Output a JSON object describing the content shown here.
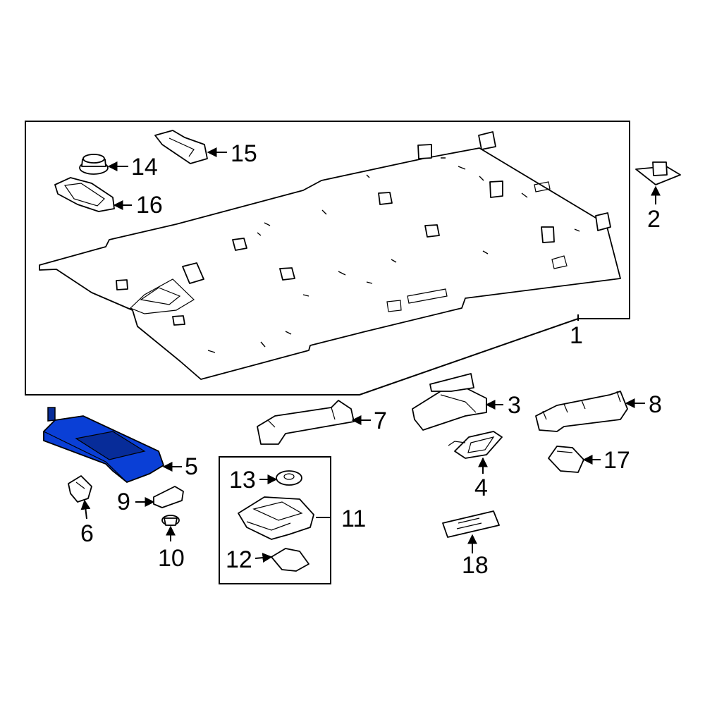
{
  "colors": {
    "highlight": "#0a3fd6",
    "highlight_dark": "#072c99",
    "line": "#000000",
    "background": "#ffffff"
  },
  "callouts": [
    {
      "id": "1",
      "label": "1"
    },
    {
      "id": "2",
      "label": "2"
    },
    {
      "id": "3",
      "label": "3"
    },
    {
      "id": "4",
      "label": "4"
    },
    {
      "id": "5",
      "label": "5"
    },
    {
      "id": "6",
      "label": "6"
    },
    {
      "id": "7",
      "label": "7"
    },
    {
      "id": "8",
      "label": "8"
    },
    {
      "id": "9",
      "label": "9"
    },
    {
      "id": "10",
      "label": "10"
    },
    {
      "id": "11",
      "label": "11"
    },
    {
      "id": "12",
      "label": "12"
    },
    {
      "id": "13",
      "label": "13"
    },
    {
      "id": "14",
      "label": "14"
    },
    {
      "id": "15",
      "label": "15"
    },
    {
      "id": "16",
      "label": "16"
    },
    {
      "id": "17",
      "label": "17"
    },
    {
      "id": "18",
      "label": "18"
    }
  ]
}
